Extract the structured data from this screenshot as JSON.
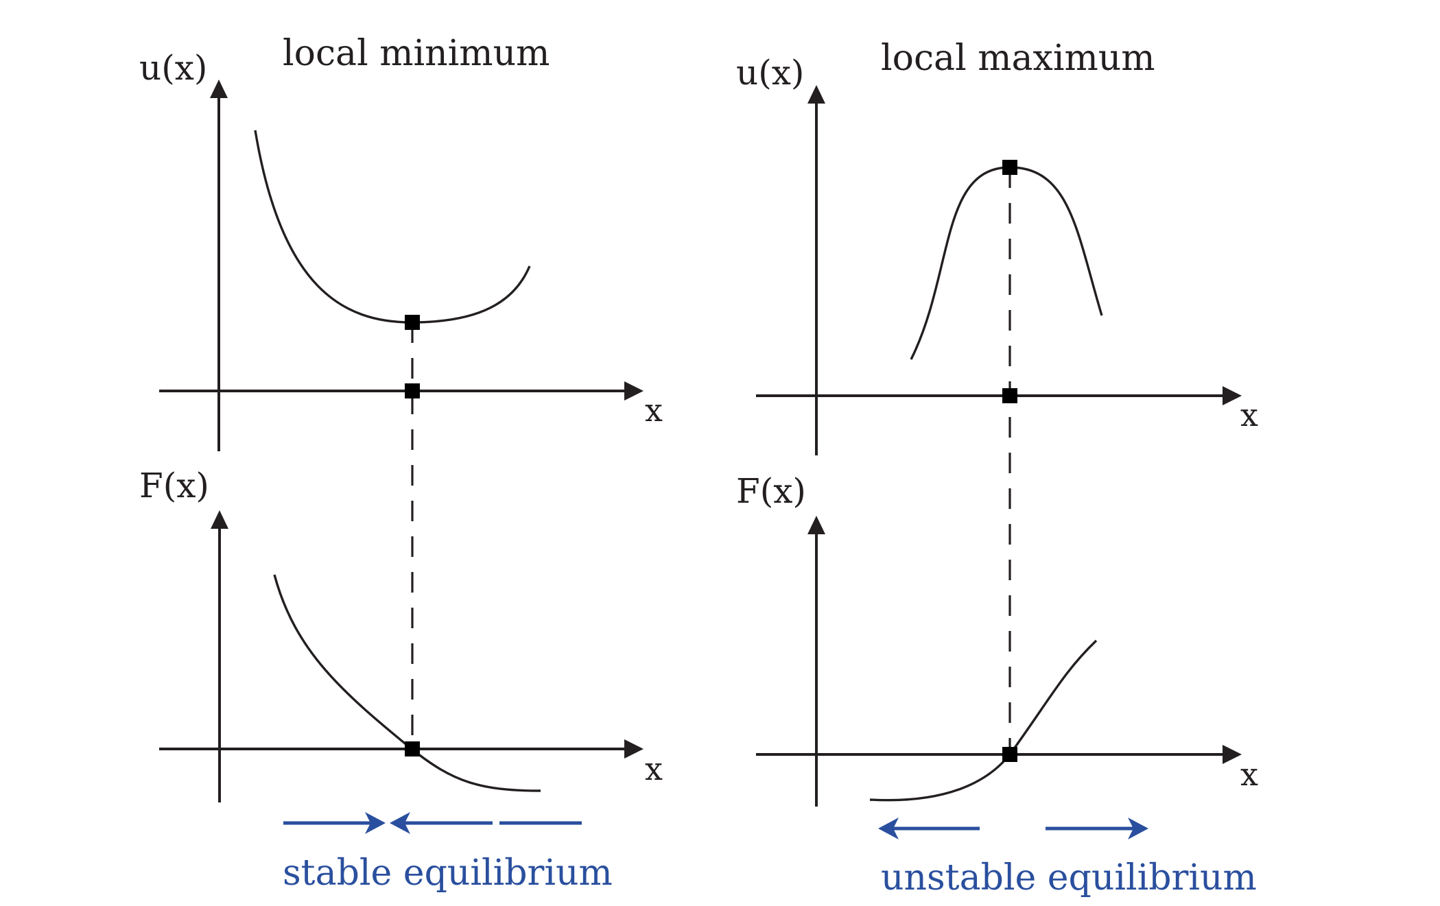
{
  "diagram": {
    "left": {
      "title": "local minimum",
      "potential_axis_label": "u(x)",
      "force_axis_label": "F(x)",
      "x_axis_label_top": "x",
      "x_axis_label_bottom": "x",
      "caption": "stable equilibrium",
      "arrow_directions": [
        "right",
        "left"
      ]
    },
    "right": {
      "title": "local maximum",
      "potential_axis_label": "u(x)",
      "force_axis_label": "F(x)",
      "x_axis_label_top": "x",
      "x_axis_label_bottom": "x",
      "caption": "unstable equilibrium",
      "arrow_directions": [
        "left",
        "right"
      ]
    }
  },
  "colors": {
    "ink": "#231f20",
    "marker": "#000000",
    "accent": "#2a4f9e"
  }
}
